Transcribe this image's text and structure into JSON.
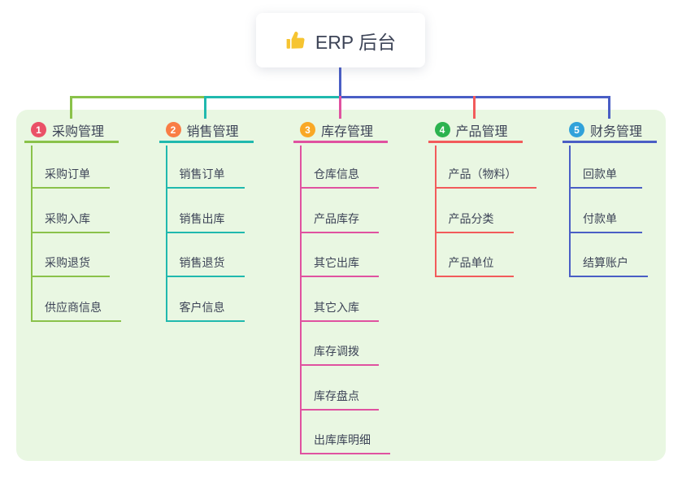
{
  "root": {
    "label": "ERP 后台",
    "icon": "thumbs-up-icon",
    "icon_color": "#f6c431"
  },
  "colors": {
    "panel_bg": "#e9f7e2",
    "root_line": "#4a5ec5",
    "text": "#3d4457",
    "node_bg": "#ffffff"
  },
  "branches": [
    {
      "badge": "1",
      "badge_color": "#ea5167",
      "line_color": "#8ac24a",
      "label": "采购管理",
      "children": [
        "采购订单",
        "采购入库",
        "采购退货",
        "供应商信息"
      ]
    },
    {
      "badge": "2",
      "badge_color": "#f97d45",
      "line_color": "#20b9ae",
      "label": "销售管理",
      "children": [
        "销售订单",
        "销售出库",
        "销售退货",
        "客户信息"
      ]
    },
    {
      "badge": "3",
      "badge_color": "#f9a826",
      "line_color": "#e052a0",
      "label": "库存管理",
      "children": [
        "仓库信息",
        "产品库存",
        "其它出库",
        "其它入库",
        "库存调拨",
        "库存盘点",
        "出库库明细"
      ]
    },
    {
      "badge": "4",
      "badge_color": "#2cb34f",
      "line_color": "#f25b5b",
      "label": "产品管理",
      "children": [
        "产品（物料）",
        "产品分类",
        "产品单位"
      ]
    },
    {
      "badge": "5",
      "badge_color": "#31a2da",
      "line_color": "#4a5ec5",
      "label": "财务管理",
      "children": [
        "回款单",
        "付款单",
        "结算账户"
      ]
    }
  ]
}
